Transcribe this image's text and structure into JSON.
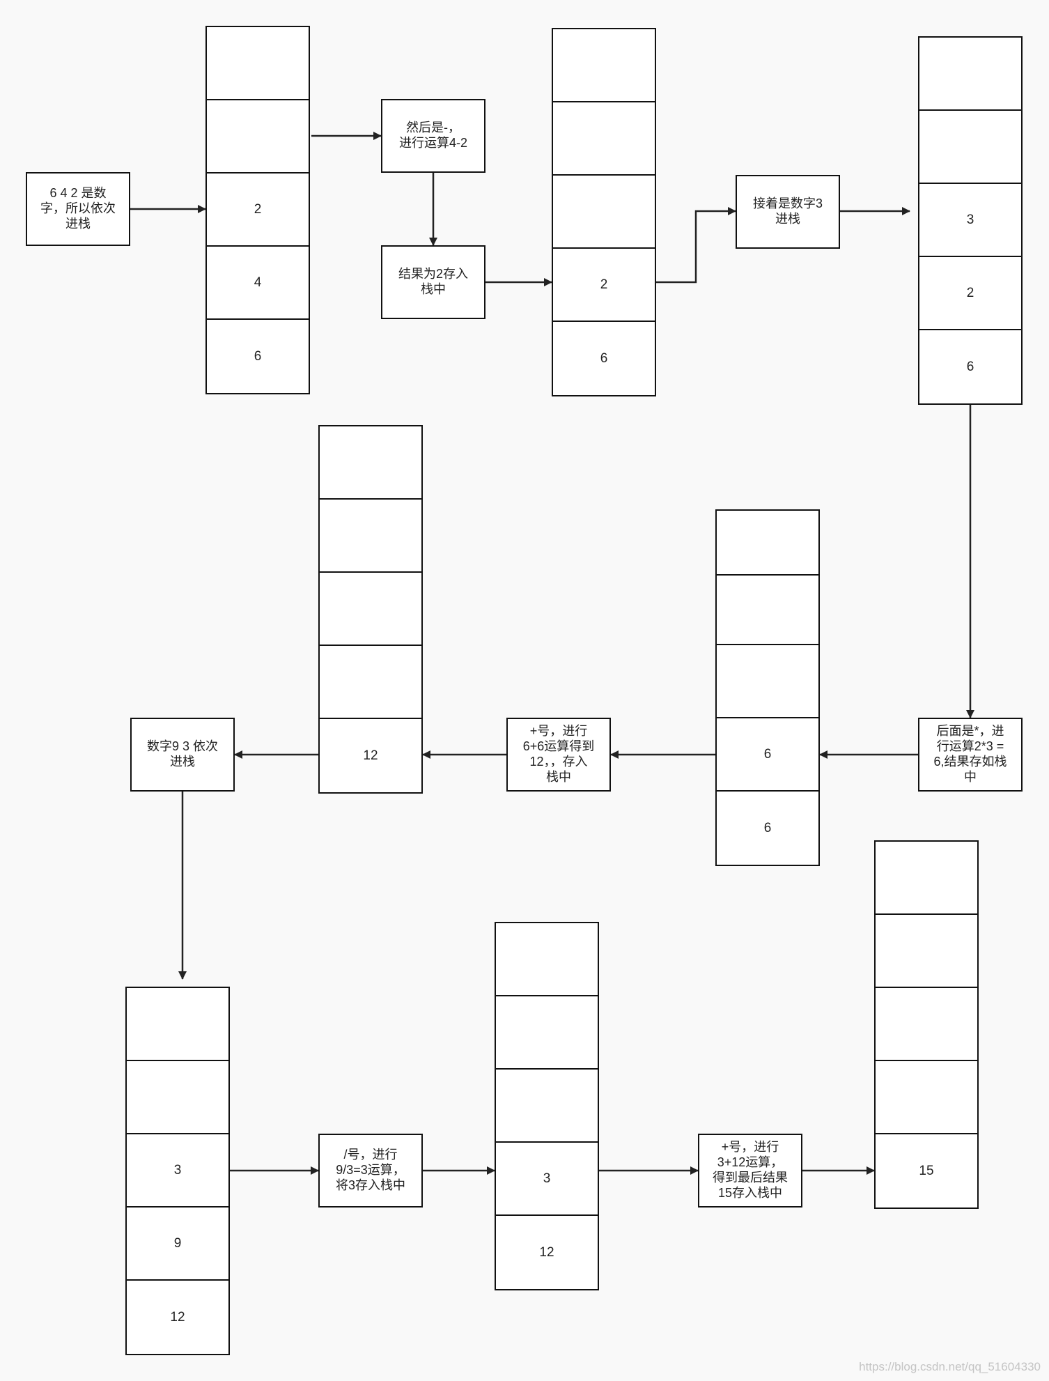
{
  "stacks": [
    {
      "cells": [
        "",
        "",
        "2",
        "4",
        "6"
      ]
    },
    {
      "cells": [
        "",
        "",
        "",
        "2",
        "6"
      ]
    },
    {
      "cells": [
        "",
        "",
        "3",
        "2",
        "6"
      ]
    },
    {
      "cells": [
        "",
        "",
        "",
        "6",
        "6"
      ]
    },
    {
      "cells": [
        "",
        "",
        "",
        "",
        "12"
      ]
    },
    {
      "cells": [
        "",
        "",
        "3",
        "9",
        "12"
      ]
    },
    {
      "cells": [
        "",
        "",
        "",
        "3",
        "12"
      ]
    },
    {
      "cells": [
        "",
        "",
        "",
        "",
        "15"
      ]
    }
  ],
  "notes": [
    {
      "text": "6 4 2 是数\n字，所以依次\n进栈"
    },
    {
      "text": "然后是-，\n进行运算4-2"
    },
    {
      "text": "结果为2存入\n栈中"
    },
    {
      "text": "接着是数字3\n进栈"
    },
    {
      "text": "后面是*，进\n行运算2*3 =\n6,结果存如栈\n中"
    },
    {
      "text": "+号，进行\n6+6运算得到\n12，，存入\n栈中"
    },
    {
      "text": "数字9 3 依次\n进栈"
    },
    {
      "text": "/号，进行\n9/3=3运算，\n将3存入栈中"
    },
    {
      "text": "+号，进行\n3+12运算，\n得到最后结果\n15存入栈中"
    }
  ],
  "watermark": "https://blog.csdn.net/qq_51604330"
}
